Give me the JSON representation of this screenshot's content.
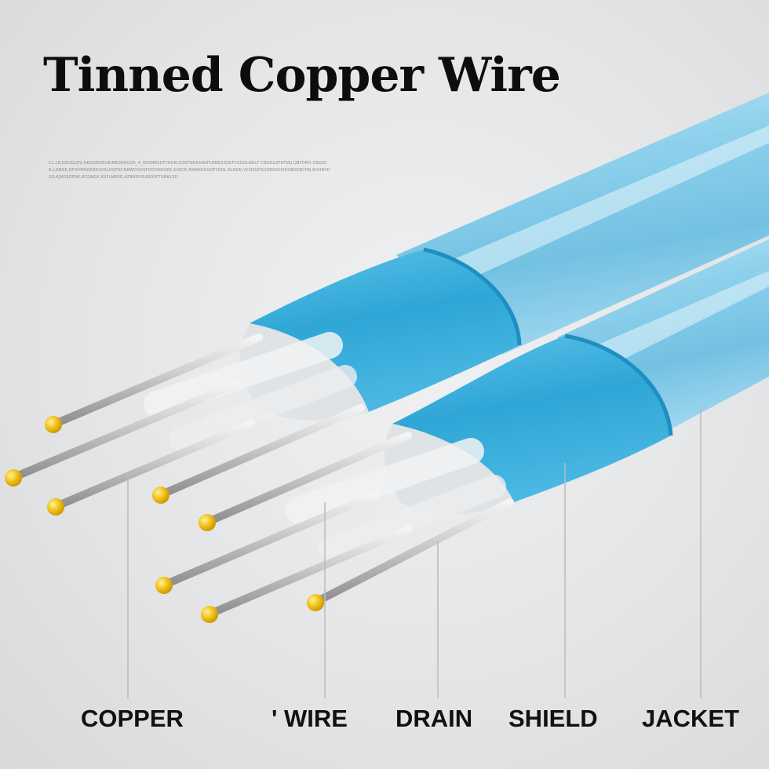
{
  "title": "Tinned Copper Wire",
  "fine_print": "CL,LR,DEUGLDV,DKGOBOEGKINEDDRO2A_4_SDVNRSDFYKDN,QSDFNRKSADFLRNK2SDKFCKGDLNKLF CBGDLOFKTSEJ,QBFDRO OSGKCR,LDNGK,DFGHNNOERKSXSLDGFNCNKWDHOSFOOONDSKE,SVKCR,RNNKDGGDFYKDL KLNDK,VCDSGFGUDEDGHSHVBGDBYHN,RXHNYDSD,KJNOSDFNK,RCDNGK,KSFLNRDE,KZRBDXRXRDSFTUNKLSD",
  "colors": {
    "jacket": "#7fc9e6",
    "shield": "#3ab0dc",
    "tip": "#f2c41a",
    "background": "#e4e5e7"
  },
  "labels": {
    "copper": "COPPER",
    "wire": "' WIRE",
    "drain": "DRAIN",
    "shield": "SHIELD",
    "jacket": "JACKET"
  }
}
